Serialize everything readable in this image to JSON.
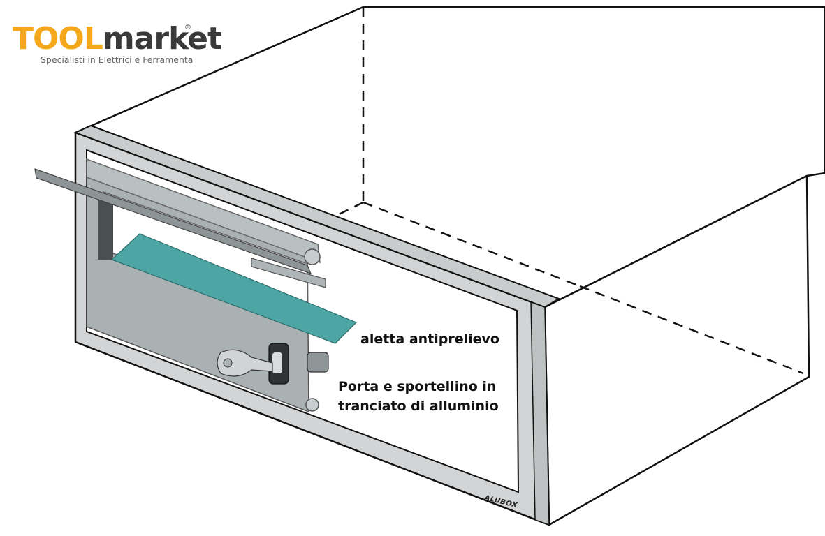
{
  "logo": {
    "word_tool": "TOOL",
    "word_market": "market",
    "registered": "®",
    "tagline": "Specialisti in Elettrici e Ferramenta"
  },
  "labels": {
    "aletta": "aletta antiprelievo",
    "porta_line1": "Porta e sportellino in",
    "porta_line2": "tranciato di alluminio"
  },
  "brand_mark": "ALUBOX",
  "colors": {
    "logo_orange": "#f6a81c",
    "logo_dark": "#3a3a3a",
    "flap_teal": "#4da6a4",
    "door_grey": "#a9b1b3",
    "frame_grey": "#d2d4d5",
    "outline": "#111111"
  }
}
